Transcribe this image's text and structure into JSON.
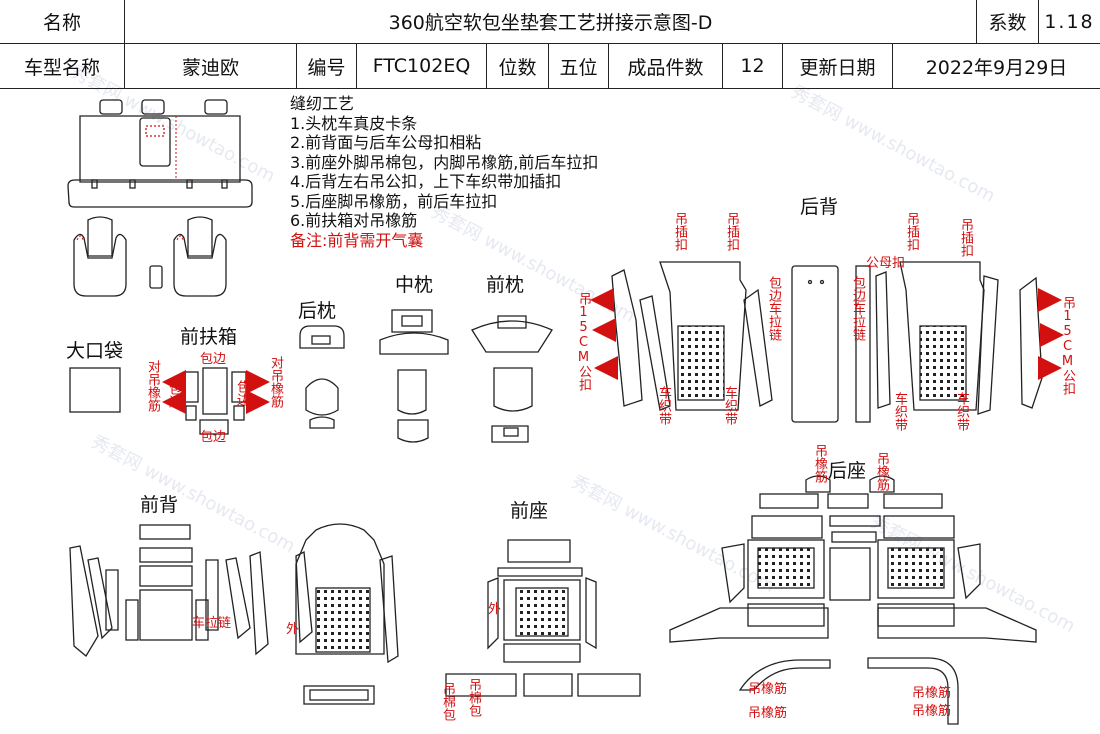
{
  "header": {
    "name_label": "名称",
    "title": "360航空软包坐垫套工艺拼接示意图-D",
    "coef_label": "系数",
    "coef_value": "1.18",
    "model_label": "车型名称",
    "model_value": "蒙迪欧",
    "code_label": "编号",
    "code_value": "FTC102EQ",
    "seats_label": "位数",
    "seats_value": "五位",
    "pieces_label": "成品件数",
    "pieces_value": "12",
    "date_label": "更新日期",
    "date_value": "2022年9月29日"
  },
  "notes": {
    "heading": "缝纫工艺",
    "items": [
      "1.头枕车真皮卡条",
      "2.前背面与后车公母扣相粘",
      "3.前座外脚吊棉包，内脚吊橡筋,前后车拉扣",
      "4.后背左右吊公扣，上下车织带加插扣",
      "5.后座脚吊橡筋，前后车拉扣",
      "6.前扶箱对吊橡筋"
    ],
    "remark": "备注:前背需开气囊"
  },
  "sections": {
    "big_pocket": "大口袋",
    "front_armrest": "前扶箱",
    "rear_pillow": "后枕",
    "middle_pillow": "中枕",
    "front_pillow": "前枕",
    "rear_back": "后背",
    "front_back": "前背",
    "front_seat": "前座",
    "rear_seat": "后座"
  },
  "annotations": {
    "hang_elastic": "对吊橡筋",
    "edging": "包边",
    "hang_15cm": "吊15CM公扣",
    "hang_buckle": "吊插扣",
    "edge_zipper": "包边车拉链",
    "male_buckle": "公母扣",
    "sew_strap": "车织带",
    "zipper": "车拉链",
    "outer": "外",
    "cotton_pack": "吊棉包",
    "rubber_band": "吊橡筋",
    "watermark": "秀套网 www.showtao.com"
  },
  "colors": {
    "annotation": "#d21010",
    "line": "#222222",
    "watermark": "#e7e9f2"
  }
}
